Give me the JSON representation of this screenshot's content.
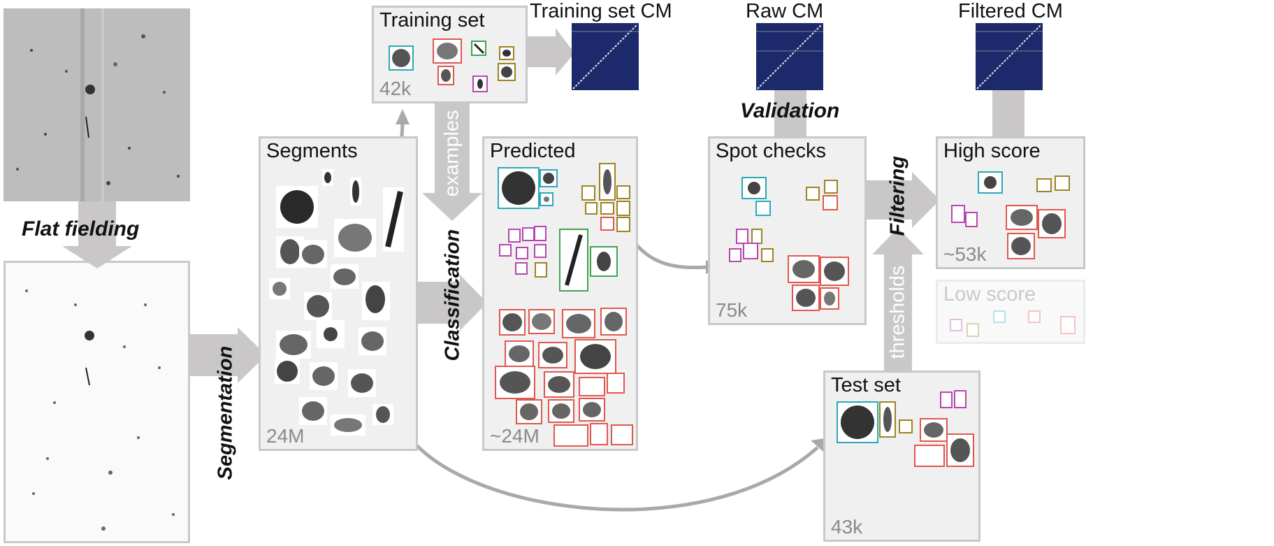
{
  "steps": {
    "flat_fielding": "Flat fielding",
    "segmentation": "Segmentation",
    "classification": "Classification",
    "examples": "examples",
    "validation": "Validation",
    "filtering": "Filtering",
    "thresholds": "thresholds"
  },
  "panels": {
    "segments": {
      "title": "Segments",
      "count": "24M"
    },
    "training_set": {
      "title": "Training set",
      "count": "42k"
    },
    "predicted": {
      "title": "Predicted",
      "count": "~24M"
    },
    "spot_checks": {
      "title": "Spot checks",
      "count": "75k"
    },
    "high_score": {
      "title": "High score",
      "count": "~53k"
    },
    "low_score": {
      "title": "Low score"
    },
    "test_set": {
      "title": "Test set",
      "count": "43k"
    }
  },
  "matrices": {
    "training": "Training set CM",
    "raw": "Raw CM",
    "filtered": "Filtered CM"
  },
  "colors": {
    "cyan": "#2aa9b8",
    "red": "#e0574f",
    "green": "#3fa34d",
    "olive": "#9a8421",
    "magenta": "#b546b0",
    "arrow": "#c9c7c7",
    "cm_bg": "#1c2a6b"
  }
}
